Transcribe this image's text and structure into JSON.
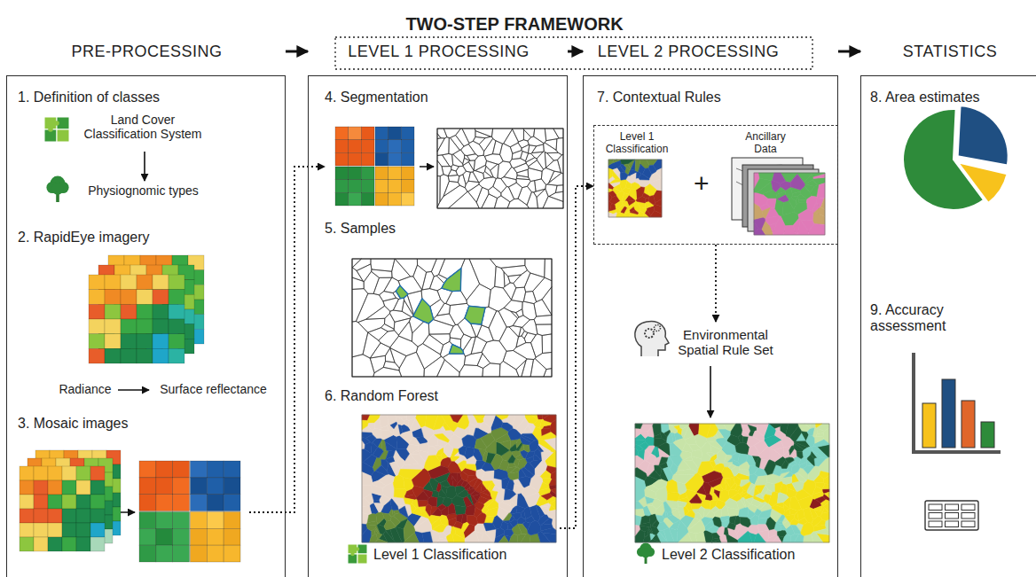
{
  "diagram": {
    "title": "TWO-STEP FRAMEWORK",
    "nodes": [
      {
        "text": [
          "PRE-PROCESSING"
        ]
      },
      {
        "text": [
          "LEVEL 1 PROCESSING"
        ]
      },
      {
        "text": [
          "LEVEL 2 PROCESSING"
        ]
      },
      {
        "text": [
          "STATISTICS"
        ]
      },
      {
        "text": [
          "1. Definition of classes"
        ],
        "in": 0
      },
      {
        "text": [
          "Land Cover Classification System"
        ],
        "in": 4
      },
      {
        "text": [
          "Physiognomic types"
        ],
        "in": 4
      },
      {
        "text": [
          "2. RapidEye imagery"
        ],
        "in": 0
      },
      {
        "text": [
          "Radiance"
        ],
        "in": 7
      },
      {
        "text": [
          "Surface reflectance"
        ],
        "in": 7
      },
      {
        "text": [
          "3. Mosaic images"
        ],
        "in": 0
      },
      {
        "text": [
          "4. Segmentation"
        ],
        "in": 1
      },
      {
        "text": [
          "5. Samples"
        ],
        "in": 1
      },
      {
        "text": [
          "6. Random Forest",
          "Level 1 Classification"
        ],
        "in": 1
      },
      {
        "text": [
          "7. Contextual Rules"
        ],
        "in": 2
      },
      {
        "text": [
          "Level 1 Classification",
          "Ancillary Data"
        ],
        "in": 14
      },
      {
        "text": [
          "Environmental Spatial Rule Set"
        ],
        "in": 14
      },
      {
        "text": [
          "Level 2 Classification"
        ],
        "in": 14
      },
      {
        "text": [
          "8. Area estimates"
        ],
        "in": 3
      },
      {
        "text": [
          "9. Accuracy assessment"
        ],
        "in": 3
      }
    ],
    "edges": [
      {
        "from": 0,
        "to": 1,
        "arrow": "to"
      },
      {
        "from": 1,
        "to": 2,
        "arrow": "to"
      },
      {
        "from": 2,
        "to": 3,
        "arrow": "to"
      },
      {
        "from": 5,
        "to": 6,
        "arrow": "to"
      },
      {
        "from": 8,
        "to": 9,
        "arrow": "to"
      },
      {
        "from": 10,
        "to": 11,
        "arrow": "to"
      },
      {
        "from": 13,
        "to": 15,
        "arrow": "to"
      },
      {
        "from": 15,
        "to": 16,
        "arrow": "to"
      },
      {
        "from": 16,
        "to": 17,
        "arrow": "to"
      }
    ],
    "labels": [
      "+"
    ]
  }
}
